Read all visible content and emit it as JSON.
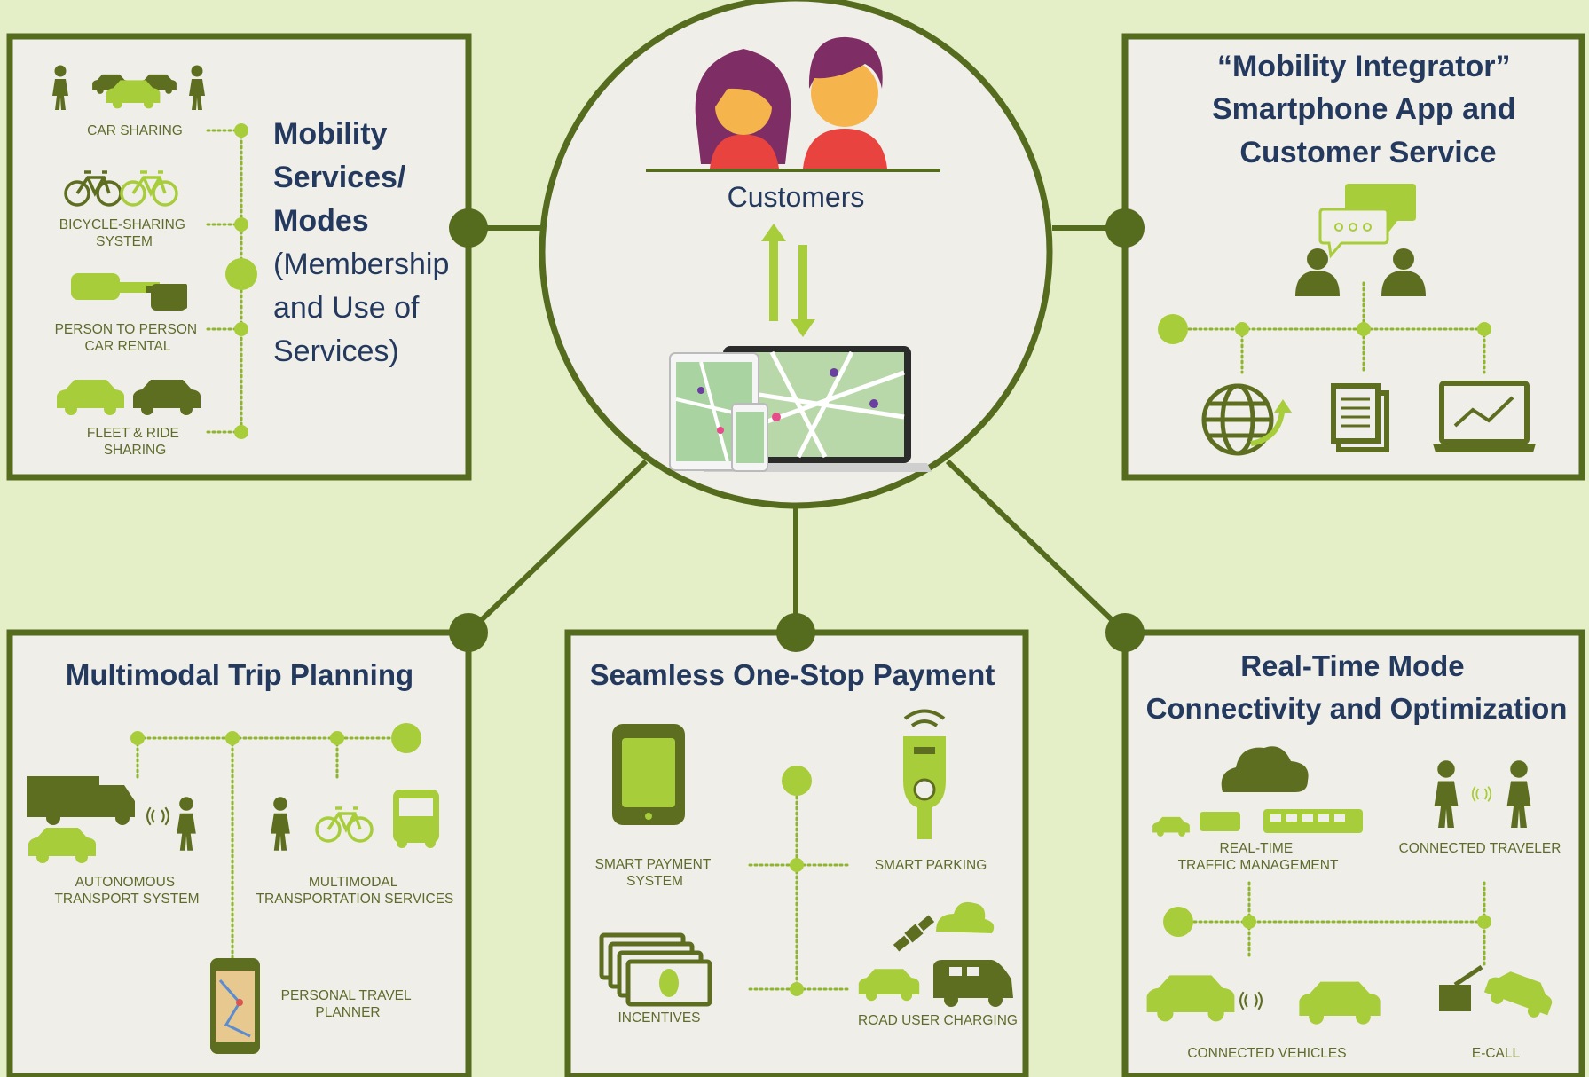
{
  "colors": {
    "background": "#e4eec7",
    "panel_fill": "#f0eee9",
    "frame": "#556b1e",
    "accent_light": "#a8cd3b",
    "accent_dark": "#5e6e20",
    "title_text": "#24395e",
    "label_text": "#5e6b2a"
  },
  "center": {
    "label": "Customers"
  },
  "mobility_services": {
    "title_lines": [
      "Mobility",
      "Services/",
      "Modes"
    ],
    "subtitle_lines": [
      "(Membership",
      "and Use of",
      "Services)"
    ],
    "items": [
      {
        "lines": [
          "CAR SHARING"
        ]
      },
      {
        "lines": [
          "BICYCLE-SHARING",
          "SYSTEM"
        ]
      },
      {
        "lines": [
          "PERSON TO PERSON",
          "CAR RENTAL"
        ]
      },
      {
        "lines": [
          "FLEET & RIDE",
          "SHARING"
        ]
      }
    ]
  },
  "mobility_integrator": {
    "title_lines": [
      "“Mobility Integrator”",
      "Smartphone App and",
      "Customer Service"
    ]
  },
  "trip_planning": {
    "title": "Multimodal Trip Planning",
    "items": [
      {
        "lines": [
          "AUTONOMOUS",
          "TRANSPORT SYSTEM"
        ]
      },
      {
        "lines": [
          "MULTIMODAL",
          "TRANSPORTATION SERVICES"
        ]
      },
      {
        "lines": [
          "PERSONAL TRAVEL",
          "PLANNER"
        ]
      }
    ]
  },
  "payment": {
    "title": "Seamless One-Stop Payment",
    "items": [
      {
        "lines": [
          "SMART PAYMENT",
          "SYSTEM"
        ]
      },
      {
        "lines": [
          "SMART PARKING"
        ]
      },
      {
        "lines": [
          "INCENTIVES"
        ]
      },
      {
        "lines": [
          "ROAD USER CHARGING"
        ]
      }
    ]
  },
  "realtime": {
    "title_lines": [
      "Real-Time Mode",
      "Connectivity and Optimization"
    ],
    "items": [
      {
        "lines": [
          "REAL-TIME",
          "TRAFFIC MANAGEMENT"
        ]
      },
      {
        "lines": [
          "CONNECTED TRAVELER"
        ]
      },
      {
        "lines": [
          "CONNECTED VEHICLES"
        ]
      },
      {
        "lines": [
          "E-CALL"
        ]
      }
    ]
  },
  "icons": [
    "person-icon",
    "car-icon",
    "bicycle-icon",
    "key-icon",
    "truck-icon",
    "bus-icon",
    "phone-icon",
    "chat-bubble-icon",
    "globe-icon",
    "document-icon",
    "laptop-chart-icon",
    "parking-meter-icon",
    "cash-icon",
    "cloud-icon",
    "satellite-icon",
    "tablet-map-icon",
    "tow-truck-icon",
    "signal-icon"
  ]
}
